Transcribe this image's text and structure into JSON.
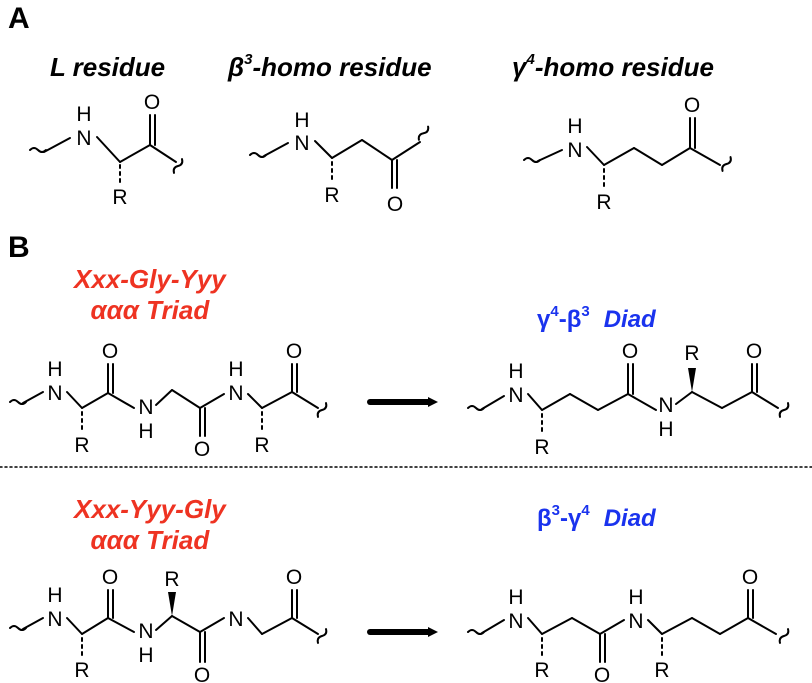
{
  "panelA": {
    "letter": "A",
    "titles": {
      "l": "L residue",
      "beta_sym": "β",
      "beta_sup": "3",
      "beta_rest": "-homo residue",
      "gamma_sym": "γ",
      "gamma_sup": "4",
      "gamma_rest": "-homo residue"
    }
  },
  "panelB": {
    "letter": "B",
    "top": {
      "triad_line1": "Xxx-Gly-Yyy",
      "triad_line2": "ααα Triad",
      "diad_a_sym": "γ",
      "diad_a_sup": "4",
      "diad_dash": "-",
      "diad_b_sym": "β",
      "diad_b_sup": "3",
      "diad_word": "Diad"
    },
    "bottom": {
      "triad_line1": "Xxx-Yyy-Gly",
      "triad_line2": "ααα Triad",
      "diad_a_sym": "β",
      "diad_a_sup": "3",
      "diad_dash": "-",
      "diad_b_sym": "γ",
      "diad_b_sup": "4",
      "diad_word": "Diad"
    }
  },
  "atoms": {
    "H": "H",
    "N": "N",
    "O": "O",
    "R": "R"
  },
  "colors": {
    "triad": "#ee3322",
    "diad": "#1a33ee",
    "structure": "#000000"
  }
}
